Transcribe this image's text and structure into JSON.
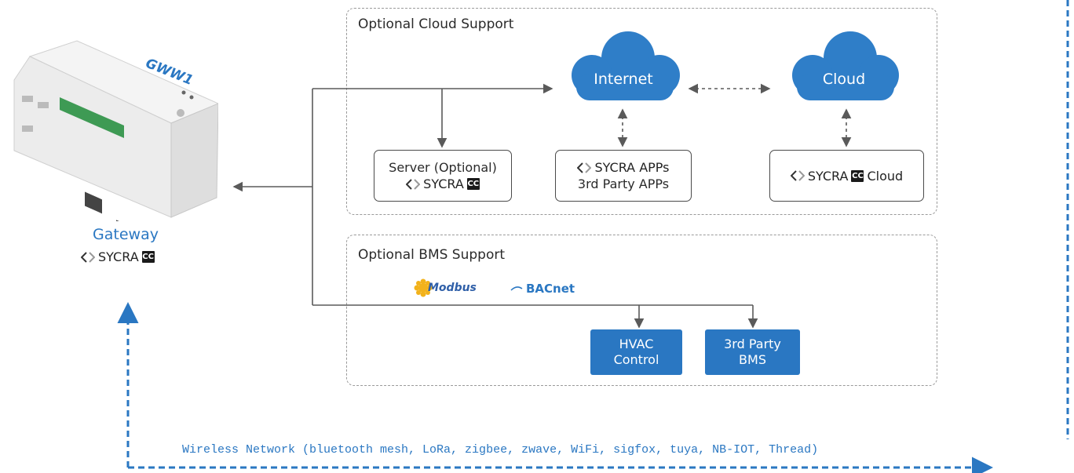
{
  "cloud_section": {
    "title": "Optional Cloud Support",
    "internet_label": "Internet",
    "cloud_label": "Cloud",
    "server_box": {
      "line1": "Server (Optional)",
      "brand": "SYCRA",
      "badge": "CC"
    },
    "apps_box": {
      "line1": "SYCRA APPs",
      "line2": "3rd Party APPs"
    },
    "cloud_box": {
      "brand": "SYCRA",
      "badge": "CC",
      "suffix": "Cloud"
    }
  },
  "bms_section": {
    "title": "Optional BMS Support",
    "logo_modbus": "Modbus",
    "logo_bacnet": "BACnet",
    "hvac_box": {
      "line1": "HVAC",
      "line2": "Control"
    },
    "bms_box": {
      "line1": "3rd Party",
      "line2": "BMS"
    }
  },
  "gateway": {
    "title": "Gateway",
    "brand": "SYCRA",
    "badge": "CC",
    "device_label": "GWW1"
  },
  "wireless": {
    "label": "Wireless Network (bluetooth mesh, LoRa, zigbee, zwave, WiFi, sigfox, tuya, NB-IOT, Thread)"
  },
  "colors": {
    "accent_blue": "#2a77c2",
    "cloud_blue": "#2f7ec8",
    "line_gray": "#5a5a5a",
    "dashed_border": "#9a9a9a"
  }
}
